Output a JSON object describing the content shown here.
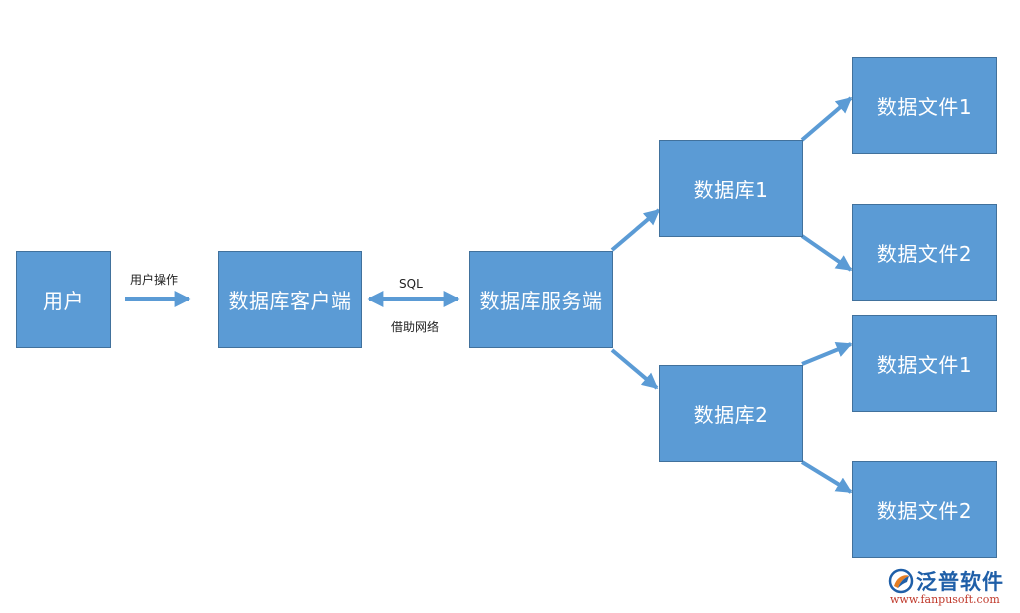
{
  "nodes": {
    "user": "用户",
    "client": "数据库客户端",
    "server": "数据库服务端",
    "db1": "数据库1",
    "db2": "数据库2",
    "db1_file1": "数据文件1",
    "db1_file2": "数据文件2",
    "db2_file1": "数据文件1",
    "db2_file2": "数据文件2"
  },
  "edges": {
    "user_to_client": "用户操作",
    "client_server_top": "SQL",
    "client_server_bottom": "借助网络"
  },
  "logo": {
    "name": "泛普软件",
    "url": "www.fanpusoft.com"
  },
  "colors": {
    "box_fill": "#5b9bd5",
    "box_border": "#41719c",
    "arrow": "#5b9bd5",
    "logo_text": "#1f5fa8",
    "logo_url": "#c0392b"
  }
}
